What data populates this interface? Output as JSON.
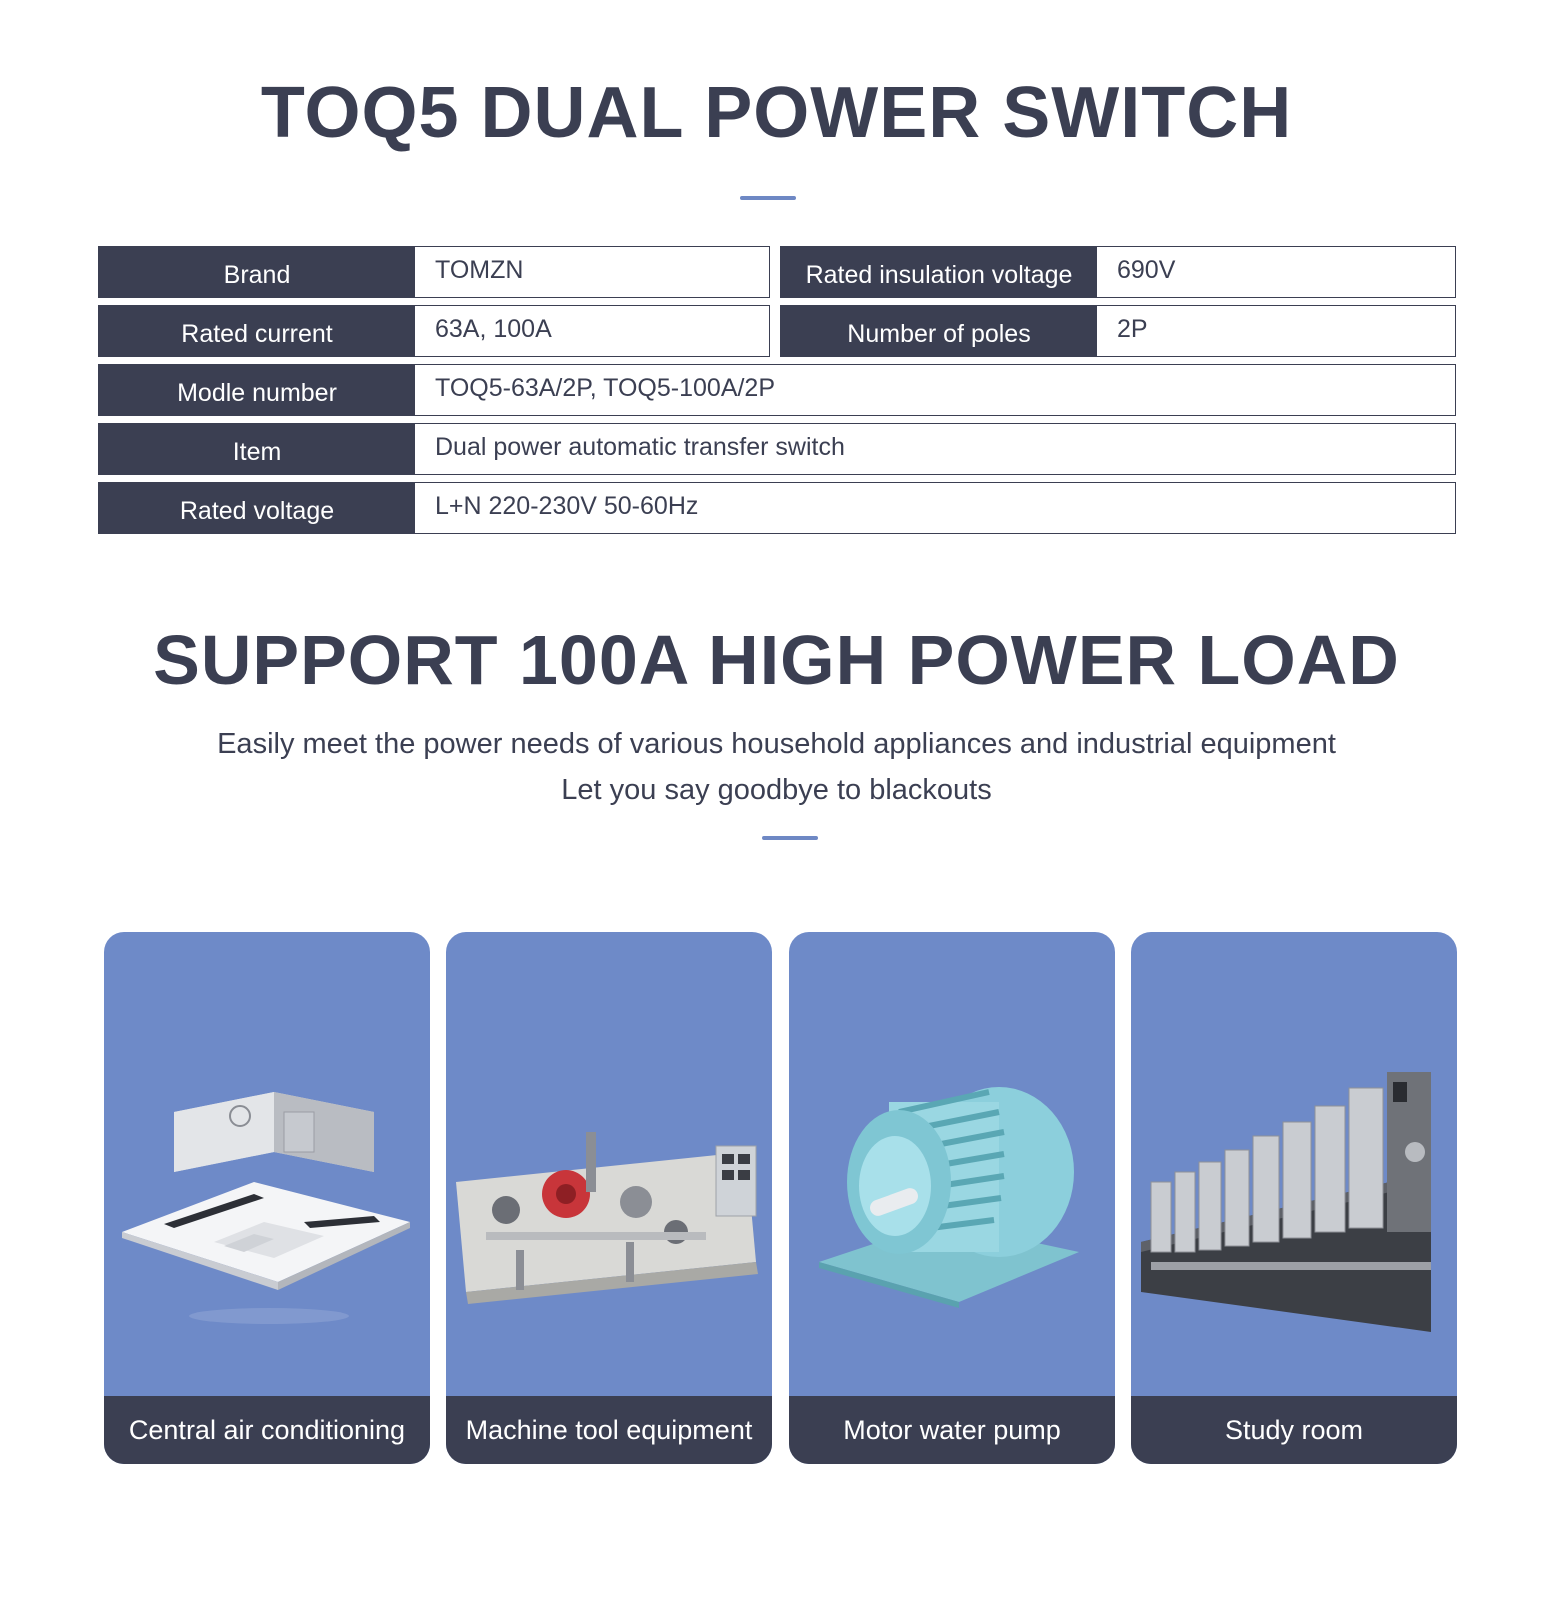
{
  "header": {
    "title": "TOQ5 DUAL POWER SWITCH"
  },
  "specs": {
    "brand": {
      "label": "Brand",
      "value": "TOMZN"
    },
    "insulation_voltage": {
      "label": "Rated insulation voltage",
      "value": "690V"
    },
    "rated_current": {
      "label": "Rated current",
      "value": "63A, 100A"
    },
    "poles": {
      "label": "Number of poles",
      "value": "2P"
    },
    "model": {
      "label": "Modle number",
      "value": "TOQ5-63A/2P, TOQ5-100A/2P"
    },
    "item": {
      "label": "Item",
      "value": "Dual power automatic transfer switch"
    },
    "rated_voltage": {
      "label": "Rated voltage",
      "value": "L+N 220-230V 50-60Hz"
    }
  },
  "load_section": {
    "title": "SUPPORT 100A HIGH POWER LOAD",
    "subtitle_line1": "Easily meet the power needs of various household appliances and industrial equipment",
    "subtitle_line2": "Let you say goodbye to blackouts"
  },
  "applications": [
    {
      "caption": "Central air conditioning",
      "icon": "air-conditioner-illustration"
    },
    {
      "caption": "Machine tool equipment",
      "icon": "machine-tool-illustration"
    },
    {
      "caption": "Motor water pump",
      "icon": "motor-illustration"
    },
    {
      "caption": "Study room",
      "icon": "printing-press-illustration"
    }
  ],
  "colors": {
    "navy": "#3b3f52",
    "card_blue": "#6e8ac8",
    "accent": "#6e88c4"
  }
}
